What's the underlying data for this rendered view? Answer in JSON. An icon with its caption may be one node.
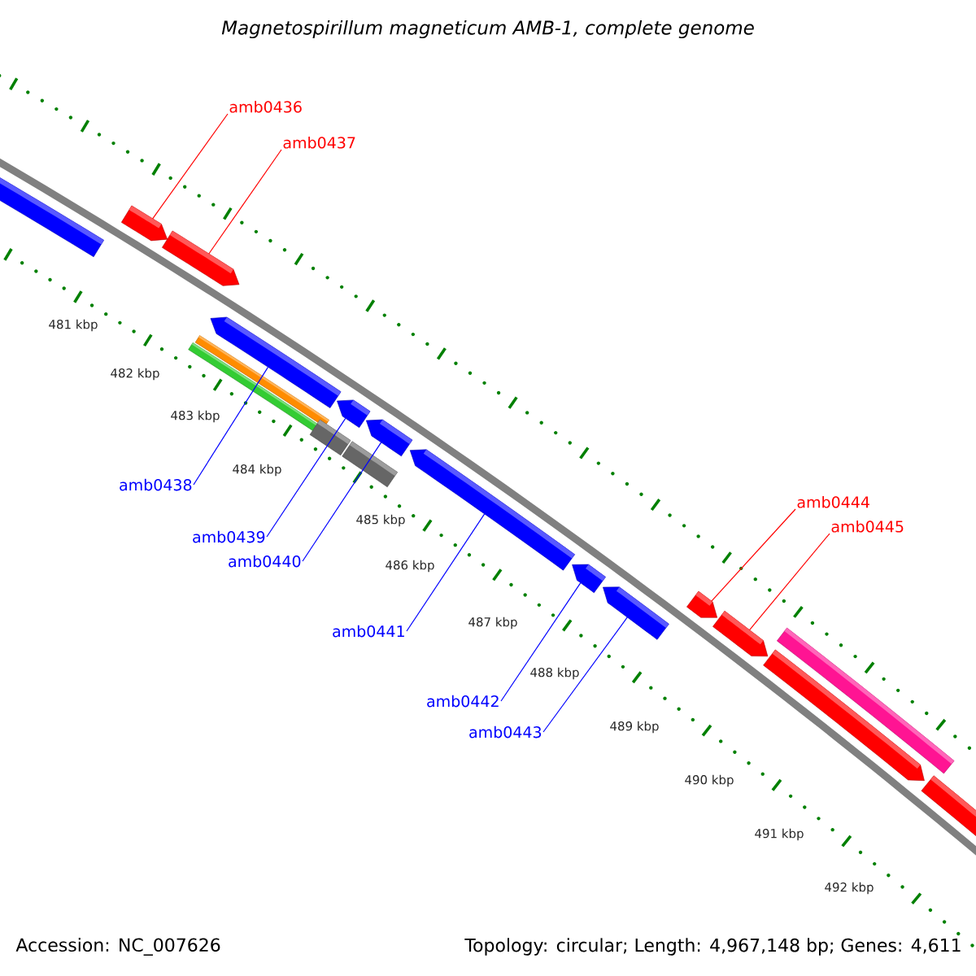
{
  "diagram": {
    "title": "Magnetospirillum magneticum AMB-1, complete genome",
    "nodes": [
      {
        "text": [
          "amb0436"
        ]
      },
      {
        "text": [
          "amb0437"
        ]
      },
      {
        "text": [
          "amb0438"
        ]
      },
      {
        "text": [
          "amb0439"
        ]
      },
      {
        "text": [
          "amb0440"
        ]
      },
      {
        "text": [
          "amb0441"
        ]
      },
      {
        "text": [
          "amb0442"
        ]
      },
      {
        "text": [
          "amb0443"
        ]
      },
      {
        "text": [
          "amb0444"
        ]
      },
      {
        "text": [
          "amb0445"
        ]
      },
      {
        "text": [],
        "shape": "arrow"
      },
      {
        "text": [],
        "shape": "arrow"
      },
      {
        "text": [],
        "shape": "arrow"
      },
      {
        "text": [],
        "shape": "bar"
      },
      {
        "text": [],
        "shape": "bar"
      },
      {
        "text": [],
        "shape": "arrow"
      },
      {
        "text": [],
        "shape": "arrow"
      },
      {
        "text": [],
        "shape": "bar"
      },
      {
        "text": [],
        "shape": "arrow"
      },
      {
        "text": [],
        "shape": "bar"
      },
      {
        "text": [],
        "shape": "arrow"
      },
      {
        "text": [],
        "shape": "arrow"
      },
      {
        "text": [],
        "shape": "arrow"
      },
      {
        "text": [],
        "shape": "arrow"
      },
      {
        "text": [],
        "shape": "arrow"
      },
      {
        "text": [],
        "shape": "arrow"
      },
      {
        "text": [],
        "shape": "bar"
      },
      {
        "text": [],
        "shape": "arrow"
      }
    ],
    "edges": [
      {
        "from": 0,
        "to": 11,
        "arrow": "none",
        "color": "#ff0000"
      },
      {
        "from": 1,
        "to": 12,
        "arrow": "none",
        "color": "#ff0000"
      },
      {
        "from": 2,
        "to": 15,
        "arrow": "none"
      },
      {
        "from": 3,
        "to": 16,
        "arrow": "none"
      },
      {
        "from": 4,
        "to": 18,
        "arrow": "none"
      },
      {
        "from": 5,
        "to": 20,
        "arrow": "none"
      },
      {
        "from": 6,
        "to": 21,
        "arrow": "none"
      },
      {
        "from": 7,
        "to": 22,
        "arrow": "none"
      },
      {
        "from": 8,
        "to": 23,
        "arrow": "none",
        "color": "#ff0000"
      },
      {
        "from": 9,
        "to": 24,
        "arrow": "none",
        "color": "#ff0000"
      }
    ],
    "labels": [
      "481 kbp",
      "482 kbp",
      "483 kbp",
      "484 kbp",
      "485 kbp",
      "486 kbp",
      "487 kbp",
      "488 kbp",
      "489 kbp",
      "490 kbp",
      "491 kbp",
      "492 kbp",
      "Accession: NC_007626",
      "Topology: circular; Length: 4,967,148 bp; Genes: 4,611"
    ]
  }
}
